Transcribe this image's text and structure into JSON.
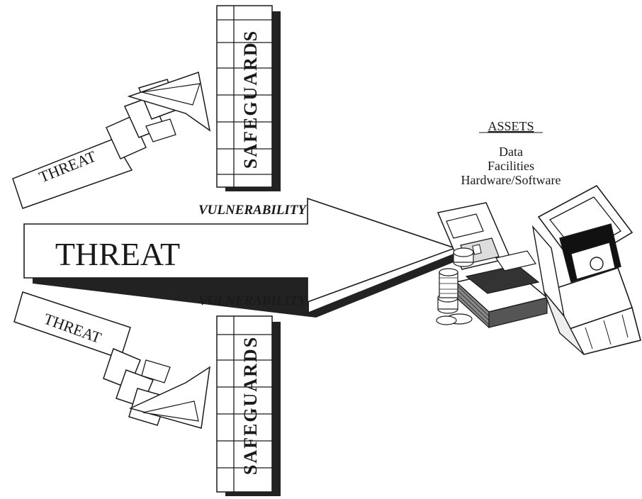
{
  "assets": {
    "heading": "ASSETS",
    "items": [
      "Data",
      "Facilities",
      "Hardware/Software"
    ]
  },
  "threats": {
    "main_label": "THREAT",
    "upper_label": "THREAT",
    "lower_label": "THREAT"
  },
  "safeguards": {
    "upper_label": "SAFEGUARDS",
    "lower_label": "SAFEGUARDS"
  },
  "vulnerabilities": {
    "upper_label": "VULNERABILITY",
    "lower_label": "VULNERABILITY"
  },
  "colors": {
    "ink": "#1a1a1a",
    "paper": "#ffffff",
    "shadow": "#222222"
  },
  "icons": [
    "floppy-disk-icon",
    "coins-icon",
    "paper-stack-icon",
    "computer-terminal-icon"
  ]
}
